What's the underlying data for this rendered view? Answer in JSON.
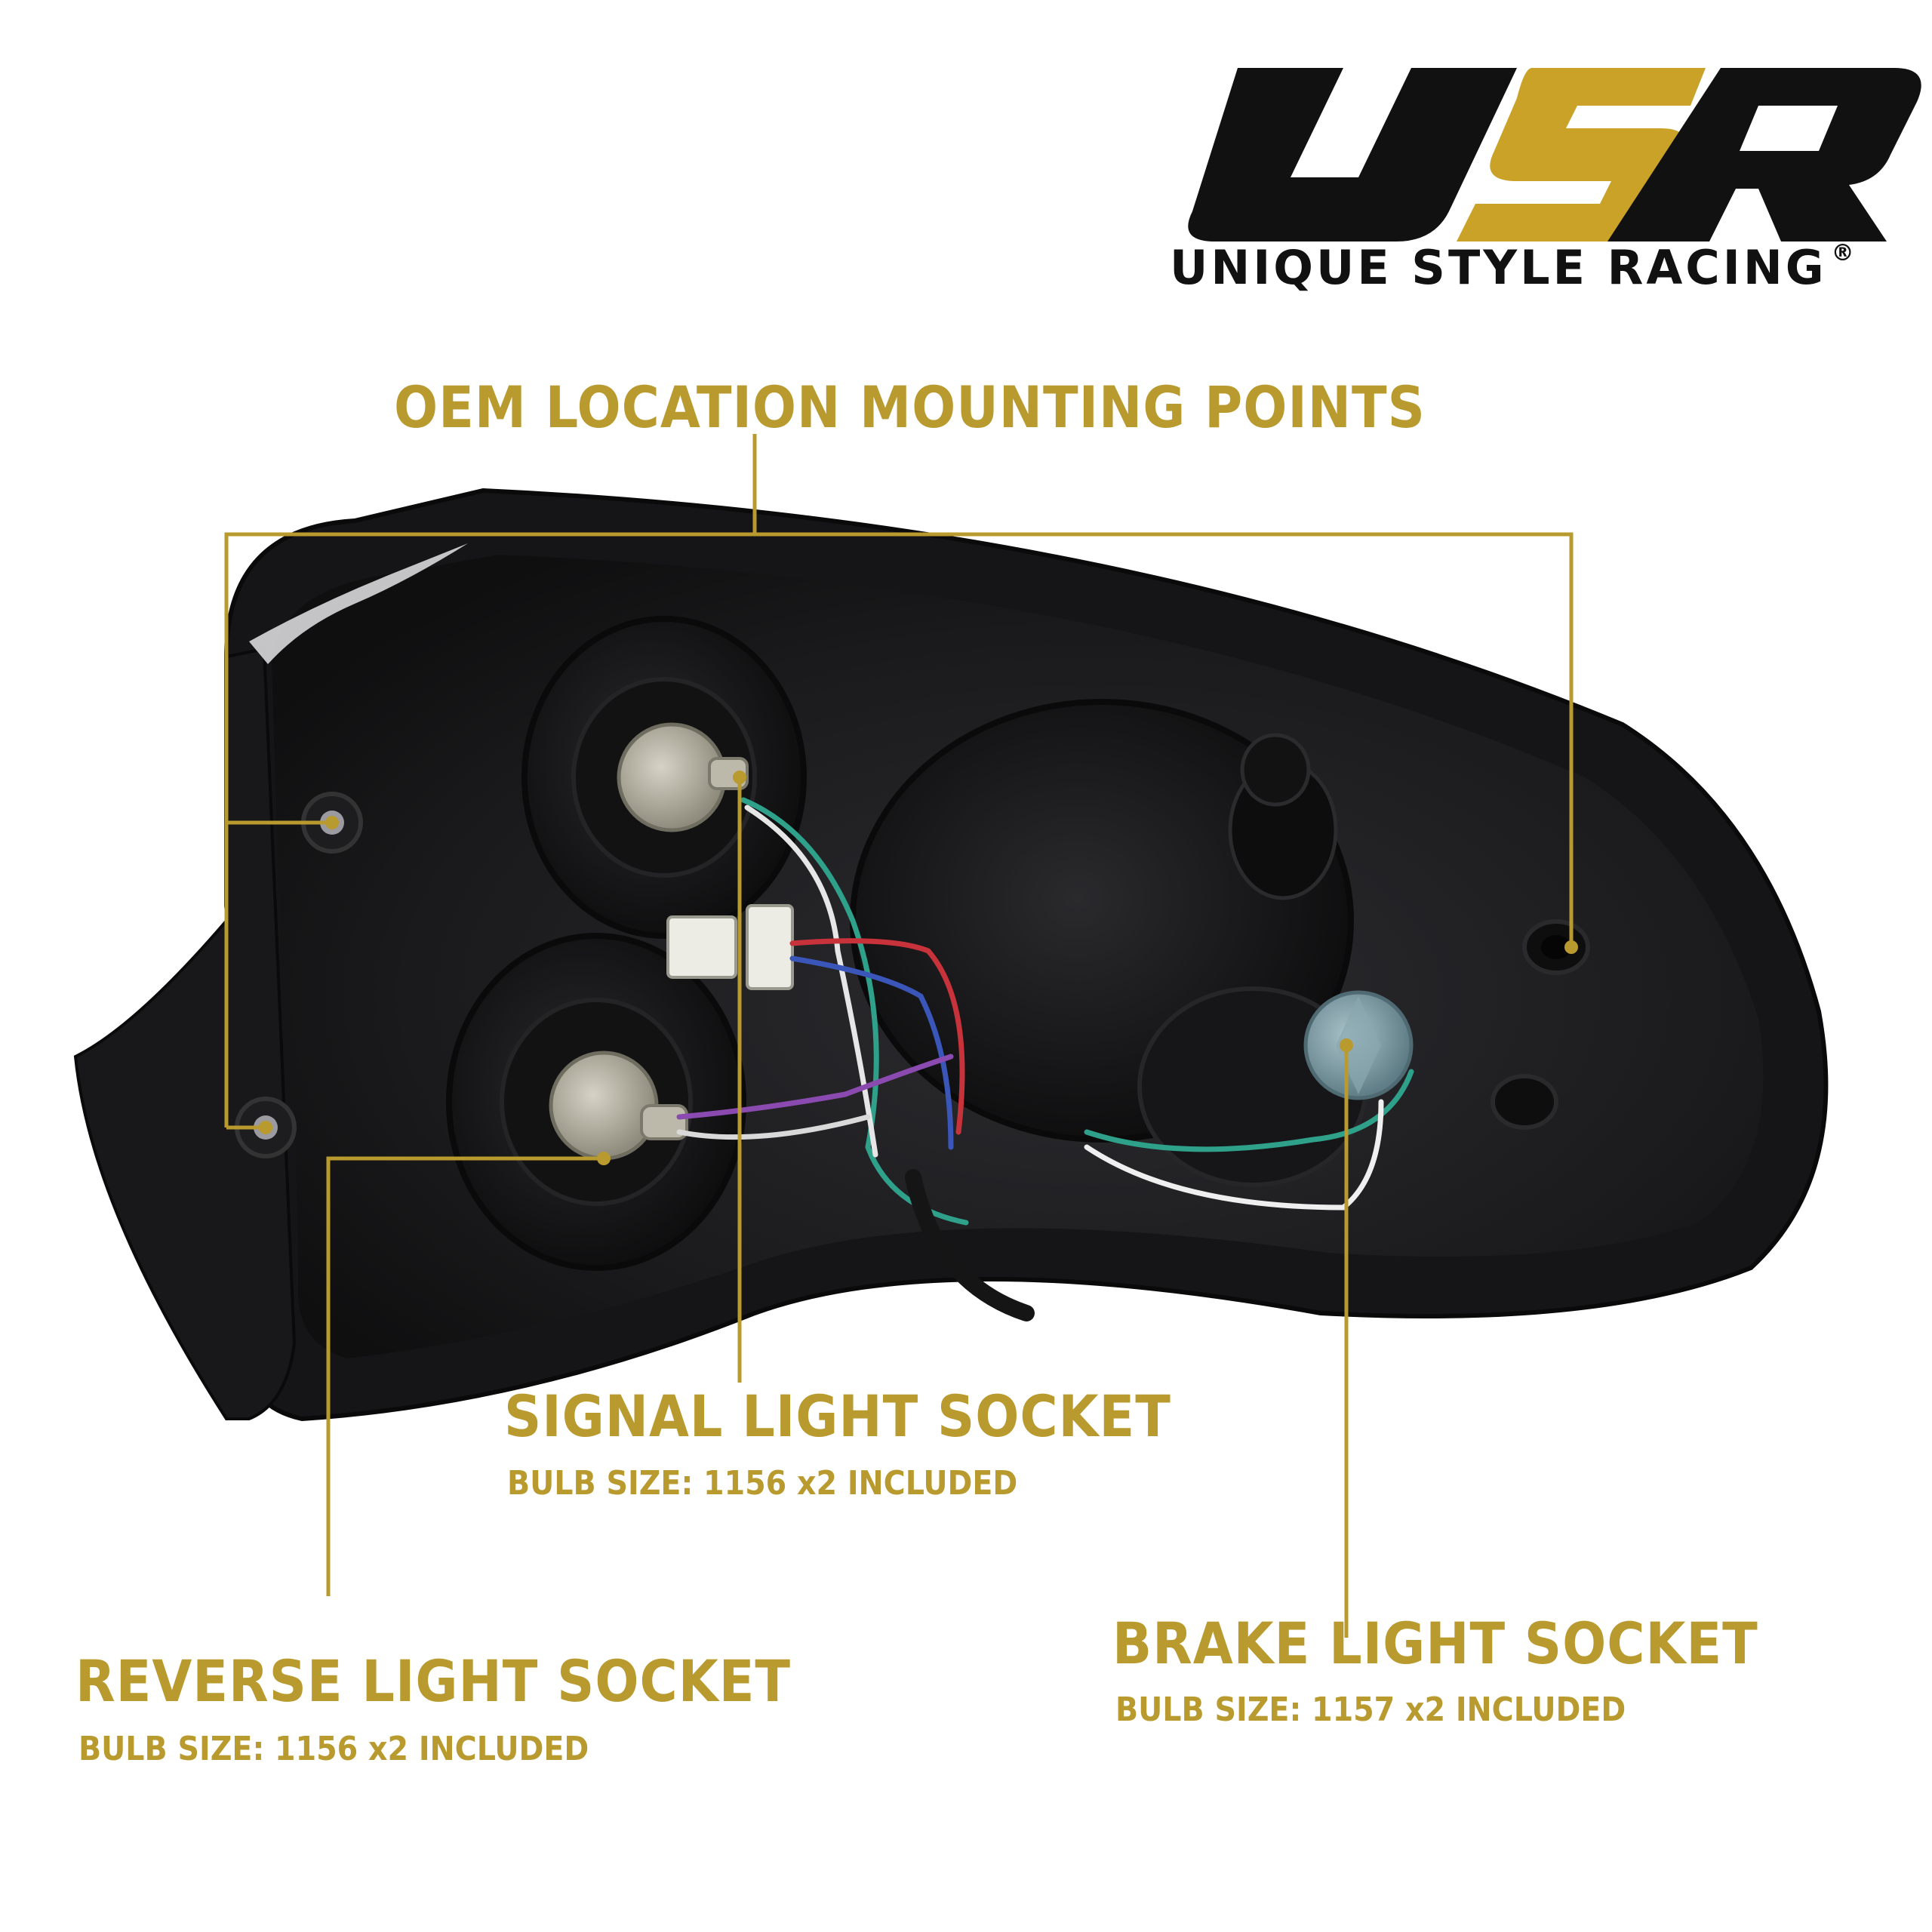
{
  "brand": {
    "logo_letters": "USR",
    "name": "UNIQUE STYLE RACING",
    "registered_mark": "®"
  },
  "colors": {
    "accent_gold": "#b99a2e",
    "logo_black": "#111111",
    "logo_gold": "#c9a227",
    "product_dark": "#1c1c1e"
  },
  "callouts": {
    "mounting": {
      "title": "OEM LOCATION MOUNTING POINTS"
    },
    "signal": {
      "title": "SIGNAL LIGHT SOCKET",
      "subtitle": "BULB SIZE: 1156 x2 INCLUDED"
    },
    "reverse": {
      "title": "REVERSE LIGHT SOCKET",
      "subtitle": "BULB SIZE: 1156 x2 INCLUDED"
    },
    "brake": {
      "title": "BRAKE LIGHT SOCKET",
      "subtitle": "BULB SIZE: 1157 x2 INCLUDED"
    }
  }
}
